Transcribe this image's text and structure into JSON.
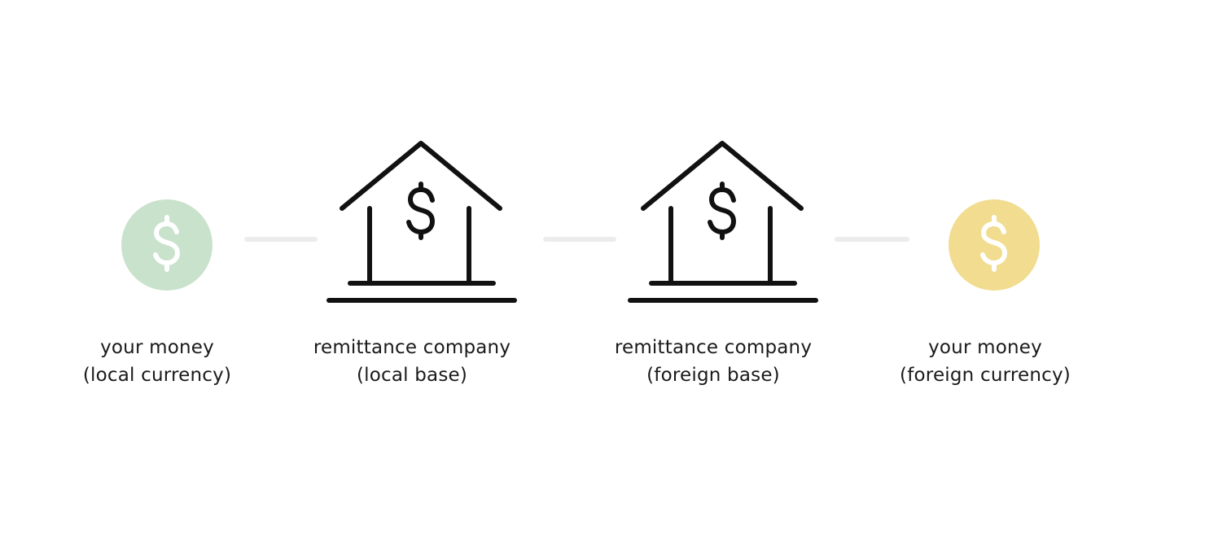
{
  "colors": {
    "local_coin": "#c9e2cc",
    "foreign_coin": "#f1dc8f",
    "coin_symbol": "#ffffff",
    "icon_stroke": "#111111",
    "connector": "#ececec"
  },
  "nodes": [
    {
      "icon": "dollar-coin-icon",
      "line1": "your money",
      "line2": "(local currency)"
    },
    {
      "icon": "bank-building-icon",
      "line1": "remittance company",
      "line2": "(local base)"
    },
    {
      "icon": "bank-building-icon",
      "line1": "remittance company",
      "line2": "(foreign base)"
    },
    {
      "icon": "dollar-coin-icon",
      "line1": "your money",
      "line2": "(foreign currency)"
    }
  ]
}
